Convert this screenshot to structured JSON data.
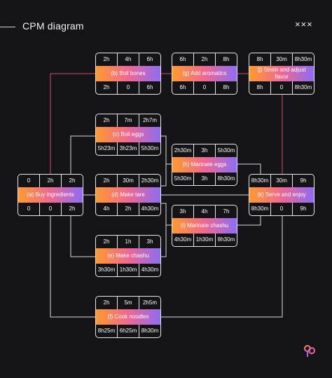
{
  "header": {
    "title": "CPM diagram",
    "controls": "×××"
  },
  "nodes": {
    "a": {
      "label": "(a) Buy ingredients",
      "top": [
        "0",
        "2h",
        "2h"
      ],
      "bottom": [
        "0",
        "0",
        "2h"
      ]
    },
    "b": {
      "label": "(b) Boil bones",
      "top": [
        "2h",
        "4h",
        "6h"
      ],
      "bottom": [
        "2h",
        "0",
        "6h"
      ]
    },
    "g": {
      "label": "(g) Add aromatics",
      "top": [
        "6h",
        "2h",
        "8h"
      ],
      "bottom": [
        "6h",
        "0",
        "8h"
      ]
    },
    "j": {
      "label": "(j) Strain and adjust flavor",
      "top": [
        "8h",
        "30m",
        "8h30m"
      ],
      "bottom": [
        "8h",
        "0",
        "8h30m"
      ]
    },
    "c": {
      "label": "(c) Boil eggs",
      "top": [
        "2h",
        "7m",
        "2h7m"
      ],
      "bottom": [
        "5h23m",
        "3h23m",
        "5h30m"
      ]
    },
    "h": {
      "label": "(h) Marinate eggs",
      "top": [
        "2h30m",
        "3h",
        "5h30m"
      ],
      "bottom": [
        "5h30m",
        "3h",
        "8h30m"
      ]
    },
    "d": {
      "label": "(d) Make tare",
      "top": [
        "2h",
        "30m",
        "2h30m"
      ],
      "bottom": [
        "4h",
        "2h",
        "4h30m"
      ]
    },
    "k": {
      "label": "(k) Serve and enjoy",
      "top": [
        "8h30m",
        "30m",
        "9h"
      ],
      "bottom": [
        "8h30m",
        "0",
        "9h"
      ]
    },
    "i": {
      "label": "(i) Marinate chashu",
      "top": [
        "3h",
        "4h",
        "7h"
      ],
      "bottom": [
        "4h30m",
        "1h30m",
        "8h30m"
      ]
    },
    "e": {
      "label": "(e) Make chashu",
      "top": [
        "2h",
        "1h",
        "3h"
      ],
      "bottom": [
        "3h30m",
        "1h30m",
        "4h30m"
      ]
    },
    "f": {
      "label": "(f) Cook noodles",
      "top": [
        "2h",
        "5m",
        "2h5m"
      ],
      "bottom": [
        "8h25m",
        "6h25m",
        "8h30m"
      ]
    }
  },
  "colors": {
    "background": "#141318",
    "border": "#e7e7ec",
    "connector": "#d9d9de",
    "critical_path": "#d94c66",
    "gradient": [
      "#ff9a2e",
      "#f06892",
      "#8e6cf5"
    ]
  },
  "icons": {
    "brand": "brand-logo-icon"
  }
}
